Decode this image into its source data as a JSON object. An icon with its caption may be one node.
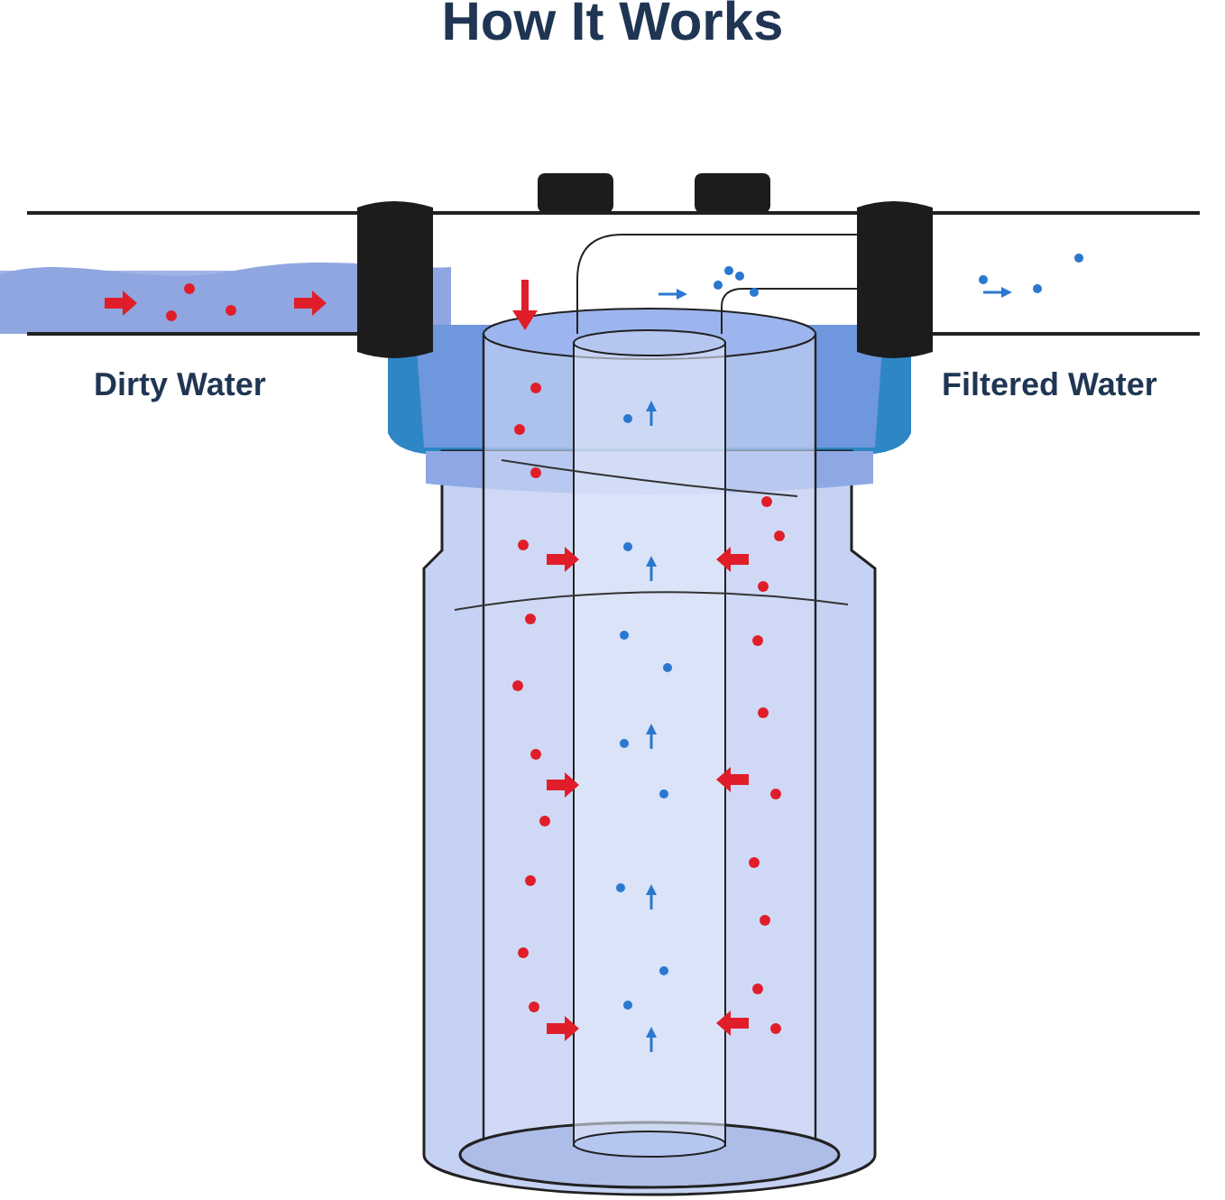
{
  "diagram": {
    "title": "How It Works",
    "labels": [
      "Dirty Water",
      "Filtered Water"
    ]
  }
}
